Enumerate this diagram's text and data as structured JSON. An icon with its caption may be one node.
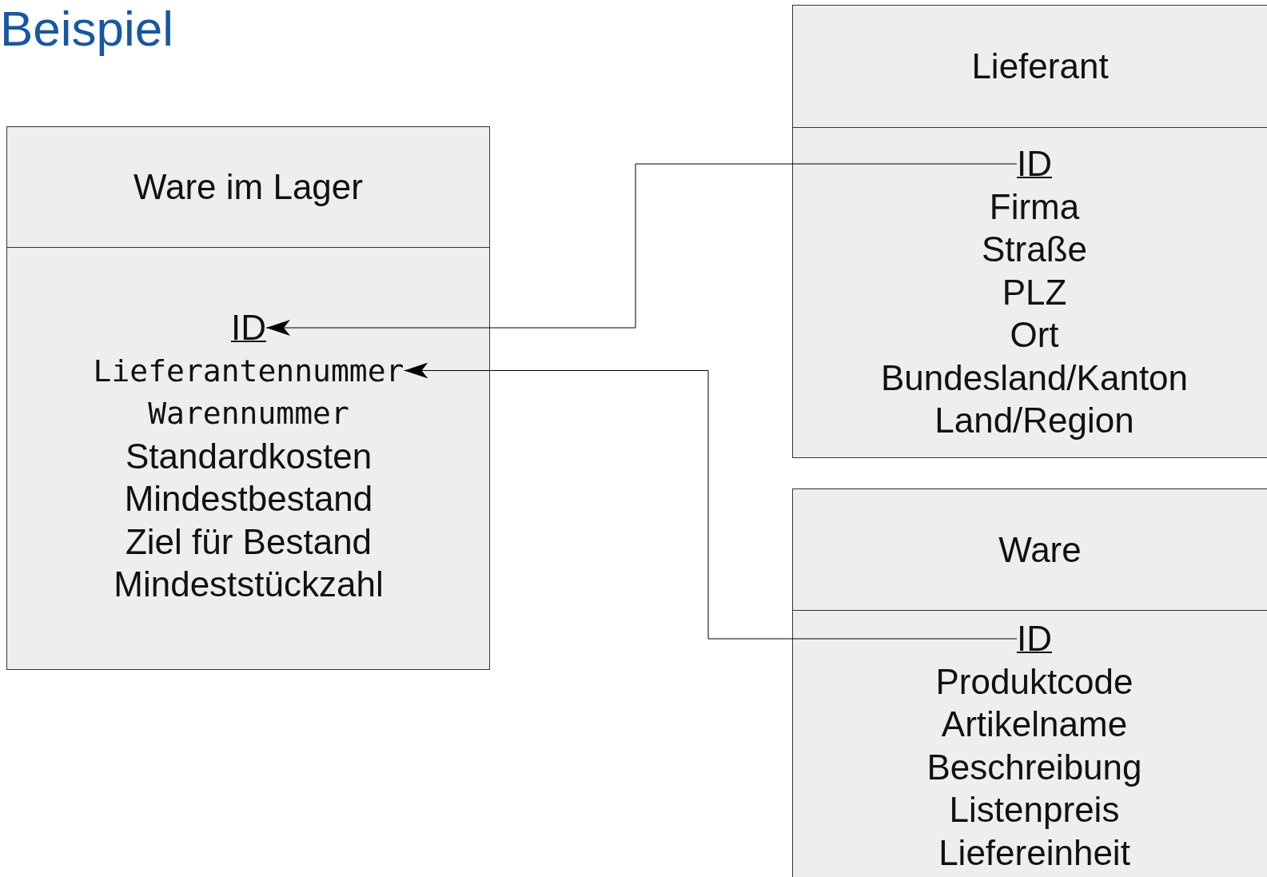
{
  "diagram": {
    "title": "Beispiel",
    "nodes": [
      {
        "text": [
          "Ware im Lager"
        ]
      },
      {
        "text": [
          "ID"
        ],
        "in": 0
      },
      {
        "text": [
          "Lieferantennummer"
        ],
        "in": 0
      },
      {
        "text": [
          "Warennummer"
        ],
        "in": 0
      },
      {
        "text": [
          "Standardkosten"
        ],
        "in": 0
      },
      {
        "text": [
          "Mindestbestand"
        ],
        "in": 0
      },
      {
        "text": [
          "Ziel für Bestand"
        ],
        "in": 0
      },
      {
        "text": [
          "Mindeststückzahl"
        ],
        "in": 0
      },
      {
        "text": [
          "Lieferant"
        ]
      },
      {
        "text": [
          "ID"
        ],
        "in": 8
      },
      {
        "text": [
          "Firma"
        ],
        "in": 8
      },
      {
        "text": [
          "Straße"
        ],
        "in": 8
      },
      {
        "text": [
          "PLZ"
        ],
        "in": 8
      },
      {
        "text": [
          "Ort"
        ],
        "in": 8
      },
      {
        "text": [
          "Bundesland/Kanton"
        ],
        "in": 8
      },
      {
        "text": [
          "Land/Region"
        ],
        "in": 8
      },
      {
        "text": [
          "Ware"
        ]
      },
      {
        "text": [
          "ID"
        ],
        "in": 16
      },
      {
        "text": [
          "Produktcode"
        ],
        "in": 16
      },
      {
        "text": [
          "Artikelname"
        ],
        "in": 16
      },
      {
        "text": [
          "Beschreibung"
        ],
        "in": 16
      },
      {
        "text": [
          "Listenpreis"
        ],
        "in": 16
      },
      {
        "text": [
          "Liefereinheit"
        ],
        "in": 16
      }
    ],
    "edges": [
      {
        "from": 9,
        "to": 1,
        "arrow": "to"
      },
      {
        "from": 17,
        "to": 2,
        "arrow": "to"
      }
    ]
  }
}
